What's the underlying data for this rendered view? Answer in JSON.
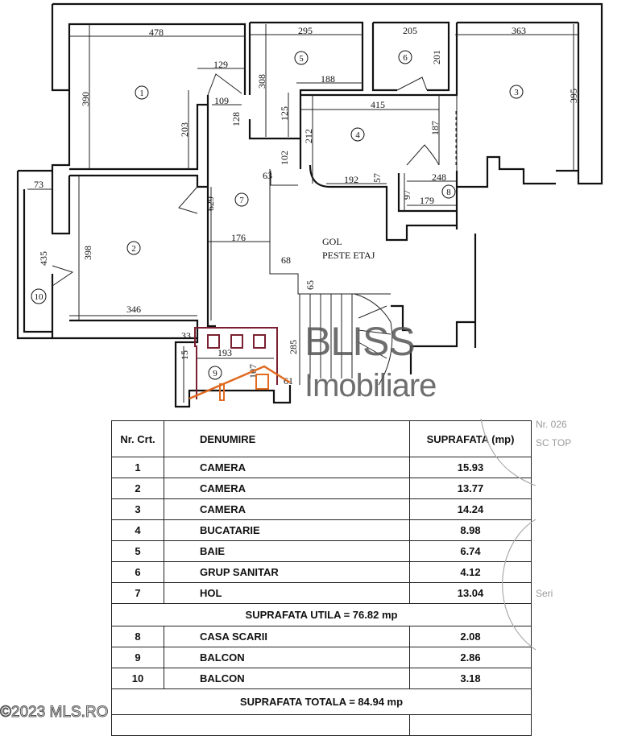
{
  "plan": {
    "rooms": [
      "1",
      "2",
      "3",
      "4",
      "5",
      "6",
      "7",
      "8",
      "9",
      "10"
    ],
    "void_label_1": "GOL",
    "void_label_2": "PESTE ETAJ",
    "dimensions": [
      "478",
      "129",
      "109",
      "390",
      "203",
      "128",
      "308",
      "295",
      "188",
      "125",
      "212",
      "102",
      "63",
      "415",
      "187",
      "192",
      "57",
      "205",
      "201",
      "363",
      "395",
      "248",
      "97",
      "179",
      "73",
      "435",
      "398",
      "629",
      "176",
      "346",
      "68",
      "65",
      "285",
      "33",
      "15",
      "193",
      "107",
      "61"
    ]
  },
  "watermark": {
    "line1": "BLISS",
    "line2": "Imobiliare",
    "colors": {
      "maroon": "#7a2030",
      "orange": "#e06a20"
    }
  },
  "table": {
    "headers": {
      "nr": "Nr. Crt.",
      "name": "DENUMIRE",
      "area": "SUPRAFATA (mp)"
    },
    "rows_a": [
      {
        "nr": "1",
        "name": "CAMERA",
        "area": "15.93"
      },
      {
        "nr": "2",
        "name": "CAMERA",
        "area": "13.77"
      },
      {
        "nr": "3",
        "name": "CAMERA",
        "area": "14.24"
      },
      {
        "nr": "4",
        "name": "BUCATARIE",
        "area": "8.98"
      },
      {
        "nr": "5",
        "name": "BAIE",
        "area": "6.74"
      },
      {
        "nr": "6",
        "name": "GRUP SANITAR",
        "area": "4.12"
      },
      {
        "nr": "7",
        "name": "HOL",
        "area": "13.04"
      }
    ],
    "utila": "SUPRAFATA UTILA = 76.82 mp",
    "rows_b": [
      {
        "nr": "8",
        "name": "CASA SCARII",
        "area": "2.08"
      },
      {
        "nr": "9",
        "name": "BALCON",
        "area": "2.86"
      },
      {
        "nr": "10",
        "name": "BALCON",
        "area": "3.18"
      }
    ],
    "totala": "SUPRAFATA TOTALA = 84.94 mp"
  },
  "stamp": {
    "line1": "Nr. 026",
    "line2": "SC TOP",
    "line3": "Seri"
  },
  "copyright": "©2023 MLS.RO"
}
